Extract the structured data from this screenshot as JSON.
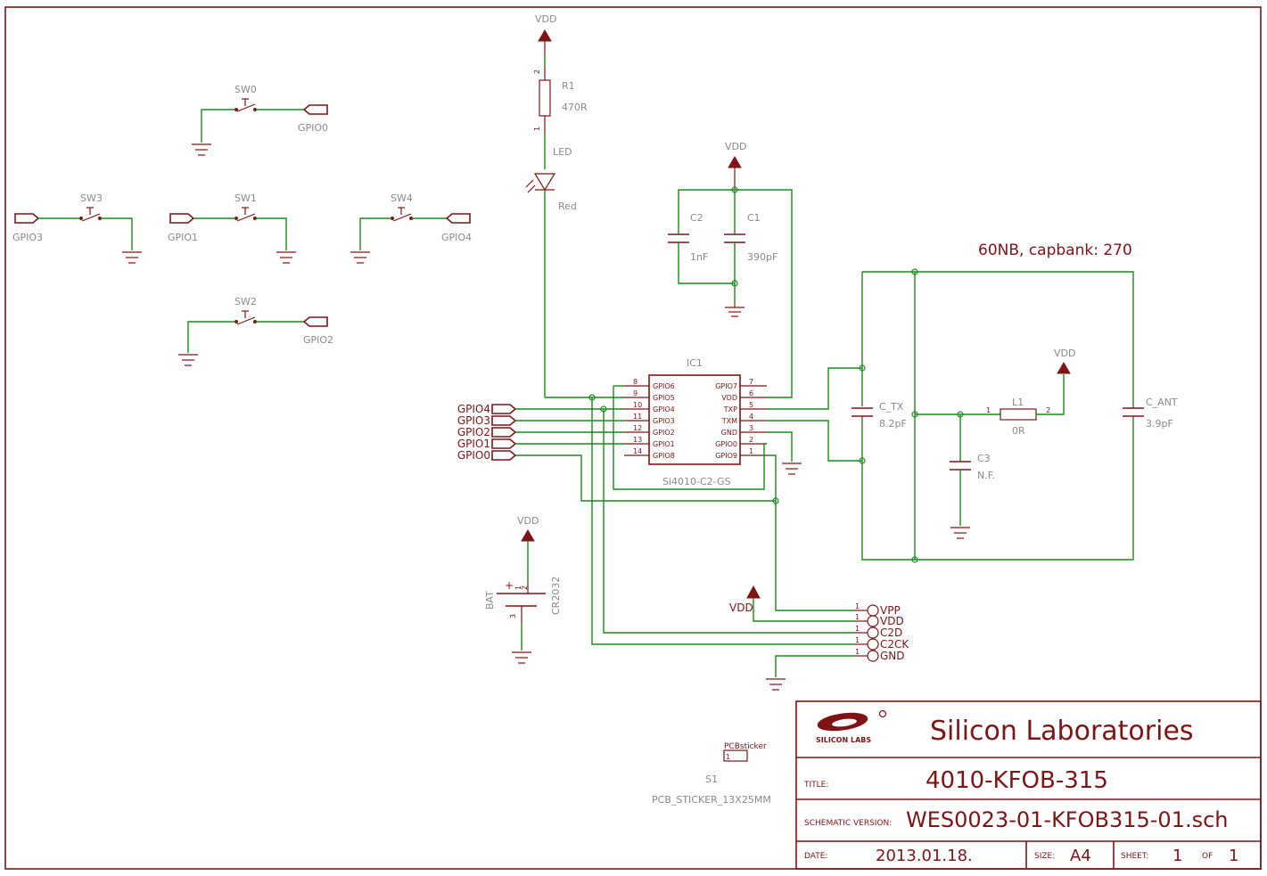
{
  "power": {
    "vdd": "VDD"
  },
  "led": {
    "ref": "LED",
    "value": "Red"
  },
  "r1": {
    "ref": "R1",
    "value": "470R",
    "pin1": "1",
    "pin2": "2"
  },
  "c1": {
    "ref": "C1",
    "value": "390pF"
  },
  "c2": {
    "ref": "C2",
    "value": "1nF"
  },
  "c3": {
    "ref": "C3",
    "value": "N.F."
  },
  "c_tx": {
    "ref": "C_TX",
    "value": "8.2pF"
  },
  "c_ant": {
    "ref": "C_ANT",
    "value": "3.9pF"
  },
  "l1": {
    "ref": "L1",
    "value": "0R",
    "pin1": "1",
    "pin2": "2"
  },
  "antenna_note": "60NB, capbank: 270",
  "switches": {
    "sw0": {
      "ref": "SW0",
      "net": "GPIO0"
    },
    "sw1": {
      "ref": "SW1",
      "net": "GPIO1"
    },
    "sw2": {
      "ref": "SW2",
      "net": "GPIO2"
    },
    "sw3": {
      "ref": "SW3",
      "net": "GPIO3"
    },
    "sw4": {
      "ref": "SW4",
      "net": "GPIO4"
    }
  },
  "ic1": {
    "ref": "IC1",
    "value": "Si4010-C2-GS",
    "left_pins": [
      {
        "num": "8",
        "name": "GPIO6"
      },
      {
        "num": "9",
        "name": "GPIO5"
      },
      {
        "num": "10",
        "name": "GPIO4"
      },
      {
        "num": "11",
        "name": "GPIO3"
      },
      {
        "num": "12",
        "name": "GPIO2"
      },
      {
        "num": "13",
        "name": "GPIO1"
      },
      {
        "num": "14",
        "name": "GPIO8"
      }
    ],
    "right_pins": [
      {
        "num": "7",
        "name": "GPIO7"
      },
      {
        "num": "6",
        "name": "VDD"
      },
      {
        "num": "5",
        "name": "TXP"
      },
      {
        "num": "4",
        "name": "TXM"
      },
      {
        "num": "3",
        "name": "GND"
      },
      {
        "num": "2",
        "name": "GPIO0"
      },
      {
        "num": "1",
        "name": "GPIO9"
      }
    ]
  },
  "net_labels": [
    "GPIO4",
    "GPIO3",
    "GPIO2",
    "GPIO1",
    "GPIO0"
  ],
  "battery": {
    "ref": "BAT",
    "value": "CR2032",
    "plus": "+",
    "pin1": "1",
    "pin2": "2",
    "pin3": "3"
  },
  "programming_header": {
    "vdd_label": "VDD",
    "pins": [
      {
        "num": "1",
        "name": "VPP"
      },
      {
        "num": "1",
        "name": "VDD"
      },
      {
        "num": "1",
        "name": "C2D"
      },
      {
        "num": "1",
        "name": "C2CK"
      },
      {
        "num": "1",
        "name": "GND"
      }
    ]
  },
  "sticker": {
    "ref": "S1",
    "value": "PCB_STICKER_13X25MM",
    "tag": "PCBsticker",
    "pin": "1"
  },
  "title_block": {
    "company": "Silicon Laboratories",
    "logo_text": "SILICON LABS",
    "title_label": "TITLE:",
    "title": "4010-KFOB-315",
    "schematic_label": "SCHEMATIC VERSION:",
    "schematic": "WES0023-01-KFOB315-01.sch",
    "date_label": "DATE:",
    "date": "2013.01.18.",
    "size_label": "SIZE:",
    "size": "A4",
    "sheet_label": "SHEET:",
    "sheet": "1",
    "of_label": "OF",
    "sheets": "1"
  },
  "colors": {
    "wire": "#1a8c1a",
    "symbol": "#7f1416",
    "label": "#8a8a8a"
  }
}
